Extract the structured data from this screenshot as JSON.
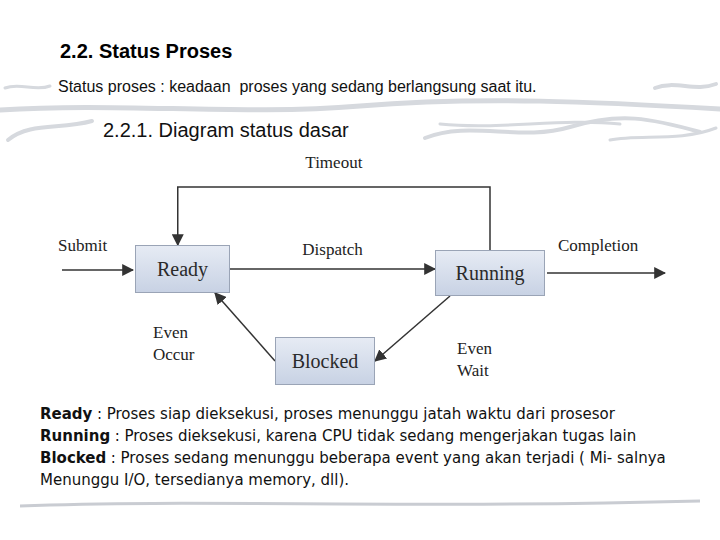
{
  "diagram": {
    "title": "2.2. Status Proses",
    "nodes": [
      {
        "text": [
          "Ready"
        ]
      },
      {
        "text": [
          "Running"
        ]
      },
      {
        "text": [
          "Blocked"
        ]
      }
    ],
    "edges": [
      {
        "from": 0,
        "to": 1,
        "label": "Dispatch",
        "arrow": "to"
      },
      {
        "from": 1,
        "to": 0,
        "label": "Timeout",
        "arrow": "to"
      },
      {
        "from": 1,
        "to": 2,
        "label": "Even Wait",
        "arrow": "to"
      },
      {
        "from": 2,
        "to": 0,
        "label": "Even Occur",
        "arrow": "to"
      }
    ],
    "labels": [
      "Status proses : keadaan  proses yang sedang berlangsung saat itu.",
      "2.2.1. Diagram status dasar",
      "Submit",
      "Completion",
      "Ready",
      ": Proses siap dieksekusi, proses menunggu jatah waktu dari prosesor",
      "Running",
      ": Proses dieksekusi, karena CPU tidak sedang mengerjakan tugas lain",
      "Blocked",
      ": Proses sedang menunggu beberapa event yang akan terjadi ( Mi- salnya Menunggu I/O, tersedianya memory, dll)."
    ]
  }
}
